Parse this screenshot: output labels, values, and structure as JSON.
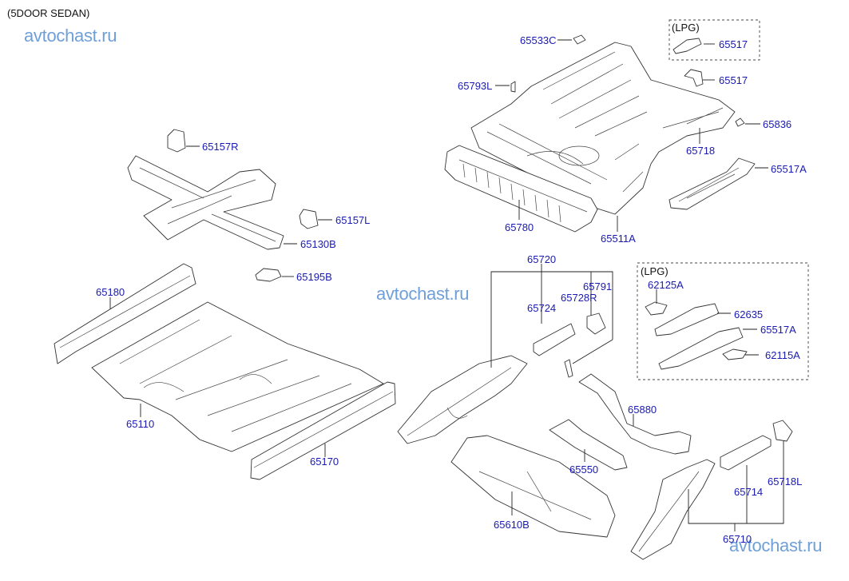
{
  "diagram": {
    "title": "(5DOOR SEDAN)",
    "watermarks": [
      "avtochast.ru",
      "avtochast.ru",
      "avtochast.ru"
    ],
    "lpg_group_label": "(LPG)",
    "colors": {
      "label": "#1a1ab0",
      "watermark": "#6f9fd8",
      "line": "#333333"
    },
    "parts": {
      "p65533C": "65533C",
      "p65517_lpg": "65517",
      "p65517": "65517",
      "p65793L": "65793L",
      "p65836": "65836",
      "p65718": "65718",
      "p65517A_top": "65517A",
      "p65780": "65780",
      "p65511A": "65511A",
      "p65157R": "65157R",
      "p65157L": "65157L",
      "p65130B": "65130B",
      "p65195B": "65195B",
      "p65180": "65180",
      "p65110": "65110",
      "p65170": "65170",
      "p65720": "65720",
      "p65724": "65724",
      "p65728R": "65728R",
      "p65791": "65791",
      "p62125A": "62125A",
      "p62635": "62635",
      "p65517A_lpg": "65517A",
      "p62115A": "62115A",
      "p65880": "65880",
      "p65550": "65550",
      "p65610B": "65610B",
      "p65714": "65714",
      "p65718L": "65718L",
      "p65710": "65710"
    }
  }
}
